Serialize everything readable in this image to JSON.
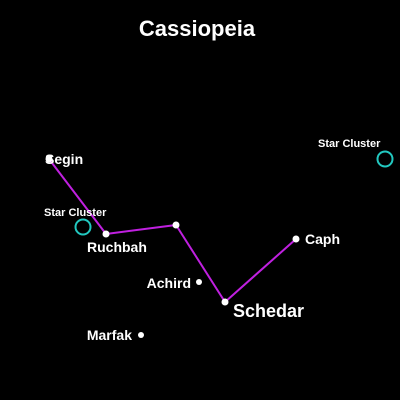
{
  "title": "Cassiopeia",
  "colors": {
    "background": "#000000",
    "text": "#ffffff",
    "line": "#c020e0",
    "cluster": "#22c8c0",
    "star": "#ffffff"
  },
  "stars": [
    {
      "id": "segin",
      "label": "Segin"
    },
    {
      "id": "ruchbah",
      "label": "Ruchbah"
    },
    {
      "id": "navi",
      "label": ""
    },
    {
      "id": "schedar",
      "label": "Schedar"
    },
    {
      "id": "caph",
      "label": "Caph"
    },
    {
      "id": "achird",
      "label": "Achird"
    },
    {
      "id": "marfak",
      "label": "Marfak"
    }
  ],
  "clusters": [
    {
      "id": "cluster-left",
      "label": "Star Cluster"
    },
    {
      "id": "cluster-right",
      "label": "Star Cluster"
    }
  ],
  "lines": [
    [
      "segin",
      "ruchbah"
    ],
    [
      "ruchbah",
      "navi"
    ],
    [
      "navi",
      "schedar"
    ],
    [
      "schedar",
      "caph"
    ]
  ]
}
